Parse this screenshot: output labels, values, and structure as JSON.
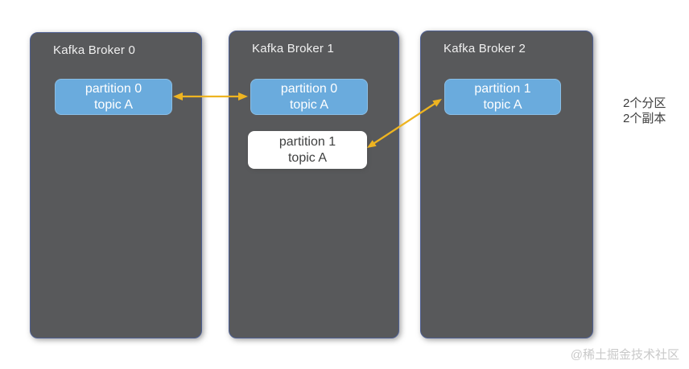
{
  "diagram": {
    "brokers": [
      {
        "title": "Kafka Broker 0",
        "partitions": [
          {
            "line1": "partition 0",
            "line2": "topic A",
            "variant": "blue"
          }
        ]
      },
      {
        "title": "Kafka Broker 1",
        "partitions": [
          {
            "line1": "partition 0",
            "line2": "topic A",
            "variant": "blue"
          },
          {
            "line1": "partition 1",
            "line2": "topic A",
            "variant": "white"
          }
        ]
      },
      {
        "title": "Kafka Broker 2",
        "partitions": [
          {
            "line1": "partition 1",
            "line2": "topic A",
            "variant": "blue"
          }
        ]
      }
    ],
    "annotation": {
      "line1": "2个分区",
      "line2": "2个副本"
    },
    "watermark": "@稀土掘金技术社区",
    "colors": {
      "broker_fill": "#58595b",
      "broker_border": "#4e5f92",
      "partition_blue": "#6aabdd",
      "partition_blue_border": "#8abde4",
      "partition_white": "#ffffff",
      "partition_text_light": "#ffffff",
      "partition_text_dark": "#3f4040",
      "broker_title": "#f0f0f0",
      "arrow": "#eeb421",
      "annotation_text": "#3c3c3c",
      "watermark_text": "#c9c9c9"
    }
  }
}
